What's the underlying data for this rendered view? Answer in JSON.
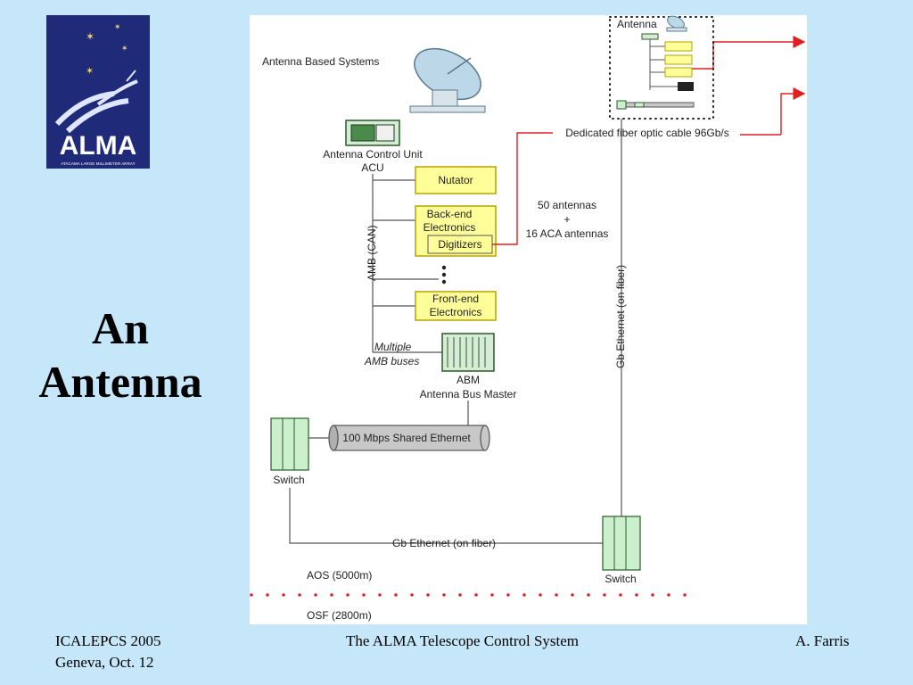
{
  "logo": {
    "text": "ALMA",
    "subtitle": "ATACAMA LARGE MILLIMETER ARRAY"
  },
  "title": {
    "line1": "An",
    "line2": "Antenna"
  },
  "diagram": {
    "antenna_systems_label": "Antenna Based Systems",
    "acu_label_line1": "Antenna Control Unit",
    "acu_label_line2": "ACU",
    "nutator": "Nutator",
    "backend_line1": "Back-end",
    "backend_line2": "Electronics",
    "digitizers": "Digitizers",
    "frontend_line1": "Front-end",
    "frontend_line2": "Electronics",
    "amb_can": "AMB (CAN)",
    "multiple_amb_line1": "Multiple",
    "multiple_amb_line2": "AMB buses",
    "abm_line1": "ABM",
    "abm_line2": "Antenna Bus Master",
    "antennas_count_line1": "50 antennas",
    "antennas_count_line2": "+",
    "antennas_count_line3": "16 ACA antennas",
    "fiber_cable": "Dedicated fiber optic cable 96Gb/s",
    "antenna_small": "Antenna",
    "gb_ethernet_vertical": "Gb Ethernet (on fiber)",
    "shared_ethernet": "100 Mbps Shared Ethernet",
    "switch_left": "Switch",
    "switch_right": "Switch",
    "gb_ethernet_horizontal": "Gb Ethernet (on fiber)",
    "aos": "AOS (5000m)",
    "osf": "OSF (2800m)"
  },
  "footer": {
    "left_line1": "ICALEPCS 2005",
    "left_line2": "Geneva, Oct. 12",
    "center": "The ALMA Telescope Control System",
    "right": "A. Farris"
  },
  "colors": {
    "background": "#c6e6fa",
    "logo_bg": "#1f2a78",
    "box_fill": "#ffff99",
    "box_stroke": "#b8a000",
    "fiber_red": "#e02020",
    "switch_green": "#ccf0cc"
  }
}
